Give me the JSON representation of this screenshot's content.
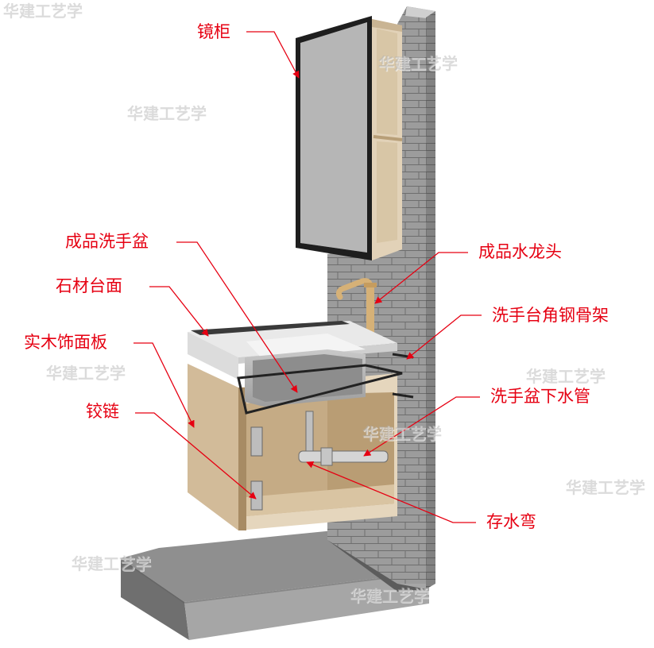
{
  "labels": {
    "mirror_cabinet": "镜柜",
    "basin": "成品洗手盆",
    "faucet": "成品水龙头",
    "stone_countertop": "石材台面",
    "steel_frame": "洗手台角钢骨架",
    "wood_panel": "实木饰面板",
    "drain_pipe": "洗手盆下水管",
    "hinge": "铰链",
    "trap": "存水弯"
  },
  "watermark": "华建工艺学",
  "colors": {
    "label": "#e60012",
    "leader": "#e60012",
    "wall": "#9a9a9a",
    "wood": "#d3bfa3",
    "stone": "#e6e6e6",
    "floor": "#8a8a8a"
  }
}
